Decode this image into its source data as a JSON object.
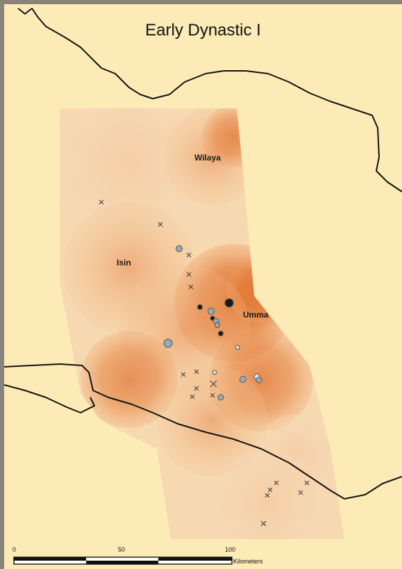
{
  "map": {
    "title": "Early Dynastic I",
    "places": [
      {
        "id": "wilaya",
        "name": "Wilaya"
      },
      {
        "id": "isin",
        "name": "Isin"
      },
      {
        "id": "umma",
        "name": "Umma"
      }
    ],
    "colors": {
      "background": "#fcebb6",
      "density_light": "#f6d4ac",
      "density_dark": "#e2702e",
      "river": "#111111",
      "site_fill": "#9aa9b6",
      "site_dark": "#1b1b1b"
    }
  },
  "scale_bar": {
    "ticks": [
      "0",
      "50",
      "100"
    ],
    "unit": "Kilometers"
  }
}
